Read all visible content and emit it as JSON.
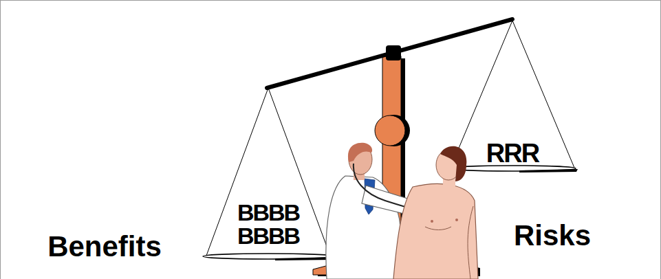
{
  "diagram": {
    "labels": [
      "BBBB",
      "BBBB",
      "RRR",
      "Benefits",
      "Risks"
    ]
  }
}
